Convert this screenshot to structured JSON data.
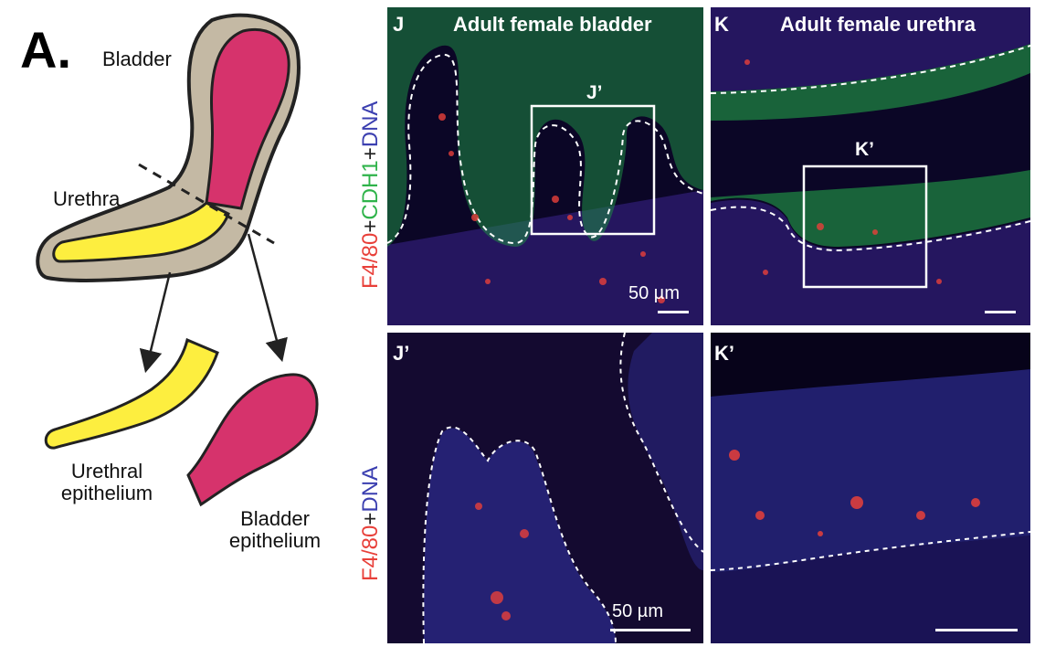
{
  "figure": {
    "panel_a": {
      "letter": "A.",
      "labels": {
        "bladder": "Bladder",
        "urethra": "Urethra",
        "urethral_epithelium_line1": "Urethral",
        "urethral_epithelium_line2": "epithelium",
        "bladder_epithelium_line1": "Bladder",
        "bladder_epithelium_line2": "epithelium"
      },
      "colors": {
        "bladder_epithelium": "#d6336c",
        "urethral_epithelium": "#fdee3f",
        "wall": "#c4b9a4",
        "outline": "#222222"
      }
    },
    "channel_labels": {
      "row1": {
        "f480": "F4/80",
        "plus1": "+",
        "cdh1": "CDH1",
        "plus2": "+",
        "dna": "DNA"
      },
      "row2": {
        "f480": "F4/80",
        "plus1": "+",
        "dna": "DNA"
      }
    },
    "channel_colors": {
      "f480": "#e8403a",
      "cdh1": "#2fb34a",
      "dna": "#3b3fb0",
      "plus": "#222222"
    },
    "panels": {
      "J": {
        "letter": "J",
        "title": "Adult female bladder",
        "box_label": "J’",
        "scale_text": "50 µm"
      },
      "K": {
        "letter": "K",
        "title": "Adult female urethra",
        "box_label": "K’"
      },
      "Jp": {
        "letter": "J’",
        "scale_text": "50 µm"
      },
      "Kp": {
        "letter": "K’"
      }
    }
  }
}
